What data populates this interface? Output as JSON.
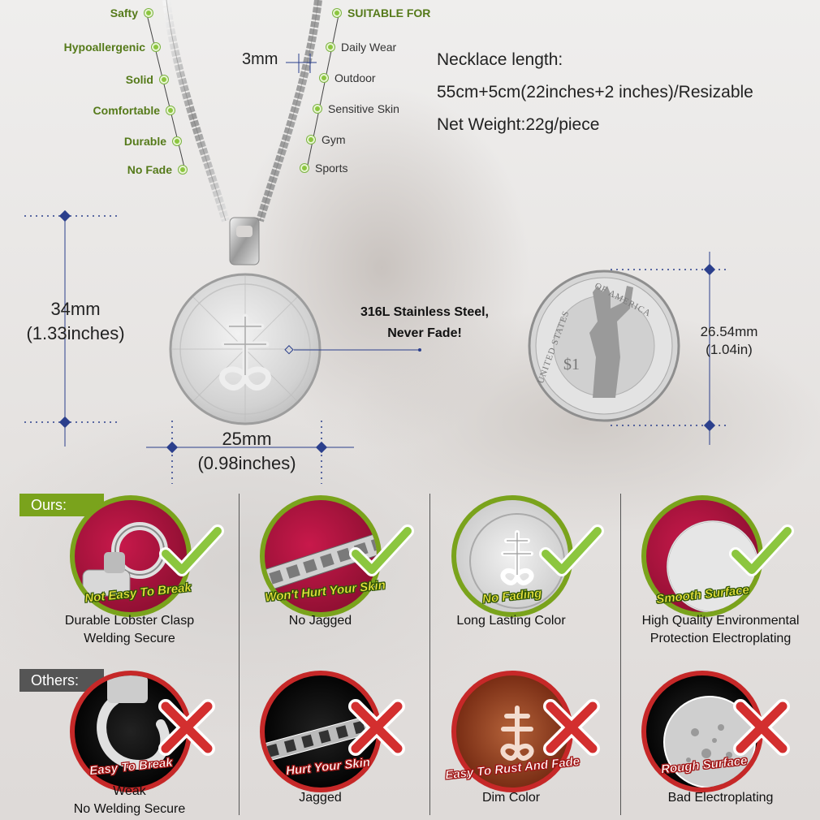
{
  "features_left": [
    "Safty",
    "Hypoallergenic",
    "Solid",
    "Comfortable",
    "Durable",
    "No Fade"
  ],
  "suitable": {
    "title": "SUITABLE FOR",
    "items": [
      "Daily Wear",
      "Outdoor",
      "Sensitive Skin",
      "Gym",
      "Sports"
    ]
  },
  "chain_width": "3mm",
  "specs": {
    "length_label": "Necklace length:",
    "length_value": "55cm+5cm(22inches+2 inches)/Resizable",
    "weight": "Net Weight:22g/piece"
  },
  "pendant": {
    "height_mm": "34mm",
    "height_in": "(1.33inches)",
    "width_mm": "25mm",
    "width_in": "(0.98inches)",
    "material_line1": "316L Stainless Steel,",
    "material_line2": "Never Fade!"
  },
  "coin": {
    "size_mm": "26.54mm",
    "size_in": "(1.04in)",
    "text_top": "OF AMERICA",
    "text_side": "UNITED STATES",
    "value": "$1"
  },
  "comparison": {
    "ours_label": "Ours:",
    "others_label": "Others:",
    "ours": [
      {
        "slogan": "Not Easy To Break",
        "caption1": "Durable Lobster Clasp",
        "caption2": "Welding Secure"
      },
      {
        "slogan": "Won't Hurt Your Skin",
        "caption1": "No Jagged",
        "caption2": ""
      },
      {
        "slogan": "No Fading",
        "caption1": "Long Lasting Color",
        "caption2": ""
      },
      {
        "slogan": "Smooth Surface",
        "caption1": "High Quality Environmental",
        "caption2": "Protection Electroplating"
      }
    ],
    "others": [
      {
        "slogan": "Easy To Break",
        "caption1": "Weak",
        "caption2": "No Welding Secure"
      },
      {
        "slogan": "Hurt Your Skin",
        "caption1": "Jagged",
        "caption2": ""
      },
      {
        "slogan": "Easy To Rust And Fade",
        "caption1": "Dim Color",
        "caption2": ""
      },
      {
        "slogan": "Rough Surface",
        "caption1": "Bad Electroplating",
        "caption2": ""
      }
    ]
  },
  "colors": {
    "accent_green": "#7aa31c",
    "bad_red": "#c62828",
    "dimension_blue": "#2b3f8c"
  }
}
